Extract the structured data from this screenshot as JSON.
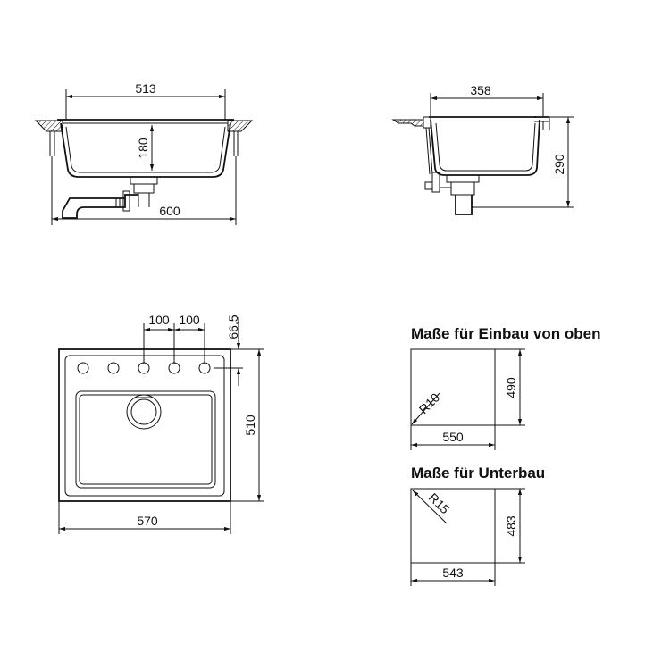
{
  "front_view": {
    "width_inner": "513",
    "depth": "180",
    "width_outer": "600"
  },
  "side_view": {
    "width": "358",
    "height": "290"
  },
  "top_view": {
    "hole_spacing_1": "100",
    "hole_spacing_2": "100",
    "hole_offset": "66,5",
    "height": "510",
    "width": "570"
  },
  "cutout_top": {
    "heading": "Maße für Einbau von oben",
    "radius": "R10",
    "height": "490",
    "width": "550"
  },
  "cutout_under": {
    "heading": "Maße für Unterbau",
    "radius": "R15",
    "height": "483",
    "width": "543"
  }
}
